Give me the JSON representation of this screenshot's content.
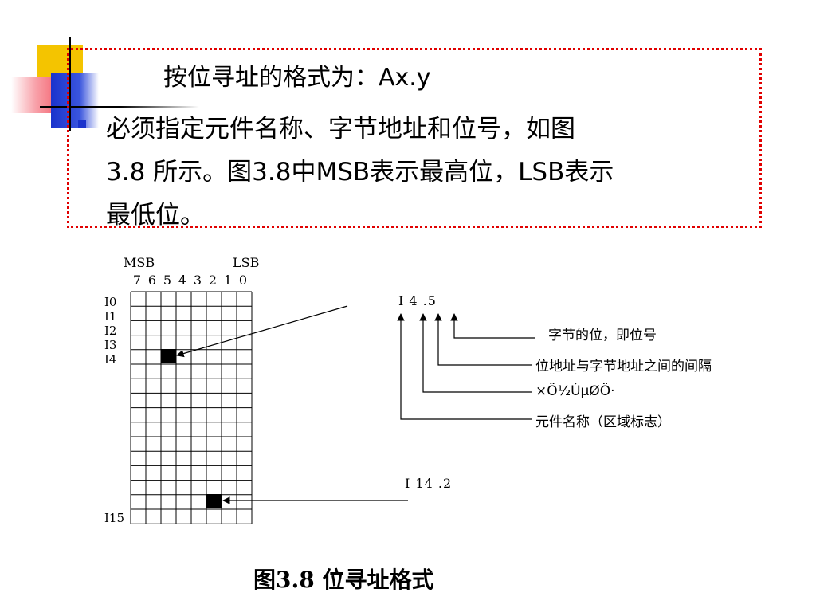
{
  "slide": {
    "title_line": "按位寻址的格式为：Ax.y",
    "body_lines": [
      "必须指定元件名称、字节地址和位号，如图",
      "3.8  所示。图3.8中MSB表示最高位，LSB表示",
      "最低位。"
    ]
  },
  "diagram": {
    "msb_label": "MSB",
    "lsb_label": "LSB",
    "bit_numbers": [
      "7",
      "6",
      "5",
      "4",
      "3",
      "2",
      "1",
      "0"
    ],
    "row_labels_top": [
      "I0",
      "I1",
      "I2",
      "I3",
      "I4"
    ],
    "row_label_bottom": "I15",
    "example1": "I 4 .5",
    "example2": "I 14 .2",
    "legend": [
      "字节的位，即位号",
      "位地址与字节地址之间的间隔",
      "×Ö½ÚµØÖ·",
      "元件名称（区域标志）"
    ],
    "caption": "图3.8    位寻址格式"
  },
  "colors": {
    "border_dotted": "#e00000",
    "deco_yellow": "#f4c400",
    "deco_red": "#f04050",
    "deco_blue": "#1a33cc"
  }
}
